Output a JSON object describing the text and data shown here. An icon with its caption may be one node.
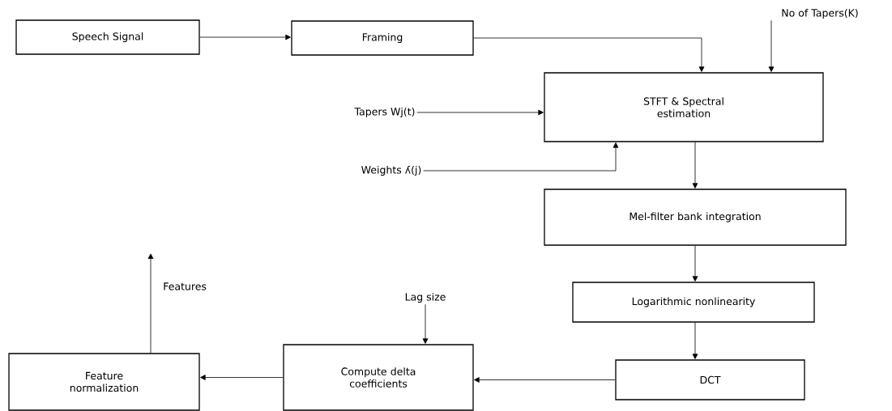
{
  "diagram": {
    "nodes": [
      {
        "text": [
          "Speech Signal"
        ]
      },
      {
        "text": [
          "Framing"
        ]
      },
      {
        "text": [
          "STFT & Spectral estimation"
        ]
      },
      {
        "text": [
          "Mel-filter bank integration"
        ]
      },
      {
        "text": [
          "Logarithmic nonlinearity"
        ]
      },
      {
        "text": [
          "DCT"
        ]
      },
      {
        "text": [
          "Compute delta coefficients"
        ]
      },
      {
        "text": [
          "Feature normalization"
        ]
      },
      {
        "text": [
          "No of Tapers(K)"
        ]
      },
      {
        "text": [
          "Tapers Wj(t)"
        ]
      },
      {
        "text": [
          "Weights ʎ(j)"
        ]
      },
      {
        "text": [
          "Lag size"
        ]
      }
    ],
    "edges": [
      {
        "from": 0,
        "to": 1,
        "arrow": "to"
      },
      {
        "from": 1,
        "to": 2,
        "arrow": "to"
      },
      {
        "from": 8,
        "to": 2,
        "arrow": "to"
      },
      {
        "from": 9,
        "to": 2,
        "arrow": "to"
      },
      {
        "from": 10,
        "to": 2,
        "arrow": "to"
      },
      {
        "from": 2,
        "to": 3,
        "arrow": "to"
      },
      {
        "from": 3,
        "to": 4,
        "arrow": "to"
      },
      {
        "from": 4,
        "to": 5,
        "arrow": "to"
      },
      {
        "from": 5,
        "to": 6,
        "arrow": "to"
      },
      {
        "from": 11,
        "to": 6,
        "arrow": "to"
      },
      {
        "from": 6,
        "to": 7,
        "arrow": "to"
      },
      {
        "from": 7,
        "to": null,
        "arrow": "to",
        "label": "Features"
      }
    ]
  }
}
